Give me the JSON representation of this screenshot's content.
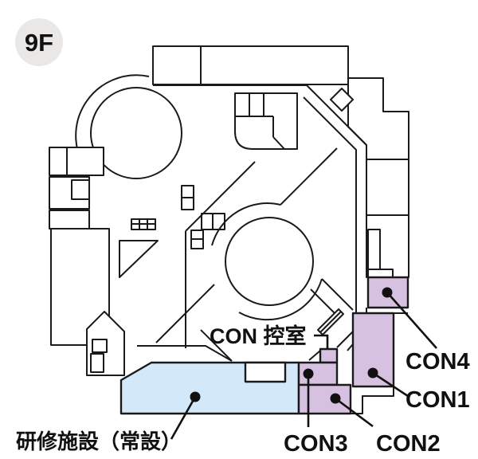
{
  "floor_badge": {
    "label": "9F"
  },
  "labels": {
    "con_hikae": "CON 控室",
    "con1": "CON1",
    "con2": "CON2",
    "con3": "CON3",
    "con4": "CON4",
    "kenshu": "研修施設（常設）"
  },
  "rooms": [
    {
      "id": "kenshu-shisetsu",
      "label": "研修施設（常設）",
      "fill": "#d3e9fa"
    },
    {
      "id": "con-hikaeshitsu",
      "label": "CON 控室",
      "fill": "#d6c2e0"
    },
    {
      "id": "con1",
      "label": "CON1",
      "fill": "#d6c2e0"
    },
    {
      "id": "con2",
      "label": "CON2",
      "fill": "#d6c2e0"
    },
    {
      "id": "con3",
      "label": "CON3",
      "fill": "#d6c2e0"
    },
    {
      "id": "con4",
      "label": "CON4",
      "fill": "#d6c2e0"
    }
  ],
  "colors": {
    "outline": "#1a1a1a",
    "room_purple": "#d6c2e0",
    "room_blue": "#d3e9fa",
    "badge_bg": "#e9e8e7",
    "badge_text": "#342e2a",
    "background": "#ffffff"
  }
}
